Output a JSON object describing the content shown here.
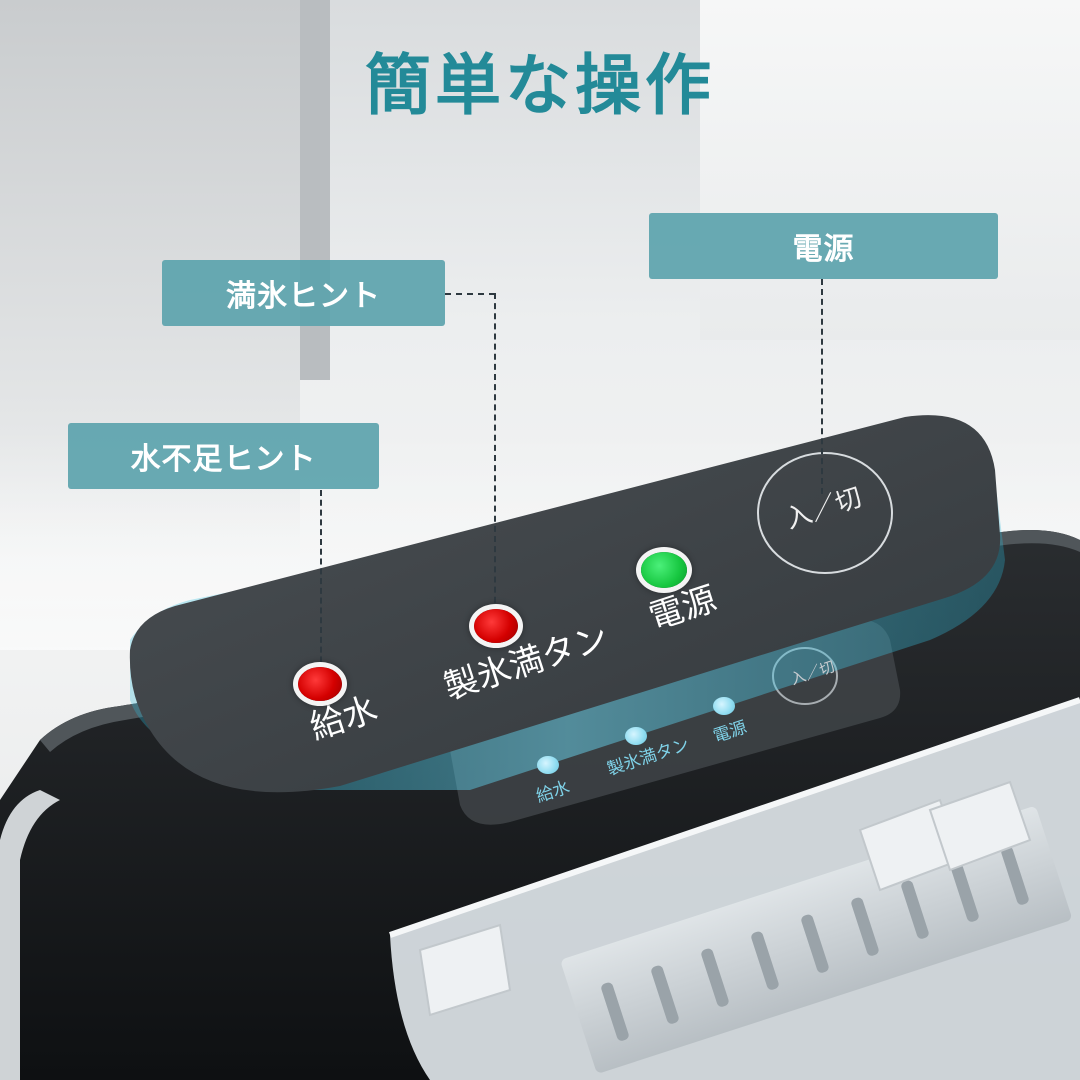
{
  "title": "簡単な操作",
  "callouts": {
    "power": "電源",
    "ice_full": "満氷ヒント",
    "water_low": "水不足ヒント"
  },
  "panel": {
    "water_label": "給水",
    "ice_full_label": "製氷満タン",
    "power_label": "電源",
    "power_button_label": "入／切"
  },
  "device_panel": {
    "water_label": "給水",
    "ice_full_label": "製氷満タン",
    "power_label": "電源",
    "power_button_label": "入／切"
  },
  "colors": {
    "title": "#238a98",
    "callout_bg": "#5ca3ad",
    "panel": "#3c4145",
    "glow": "#27d0ff",
    "led_red": "#d40000",
    "led_green": "#16c63f",
    "small_led": "#8fdcf0"
  }
}
